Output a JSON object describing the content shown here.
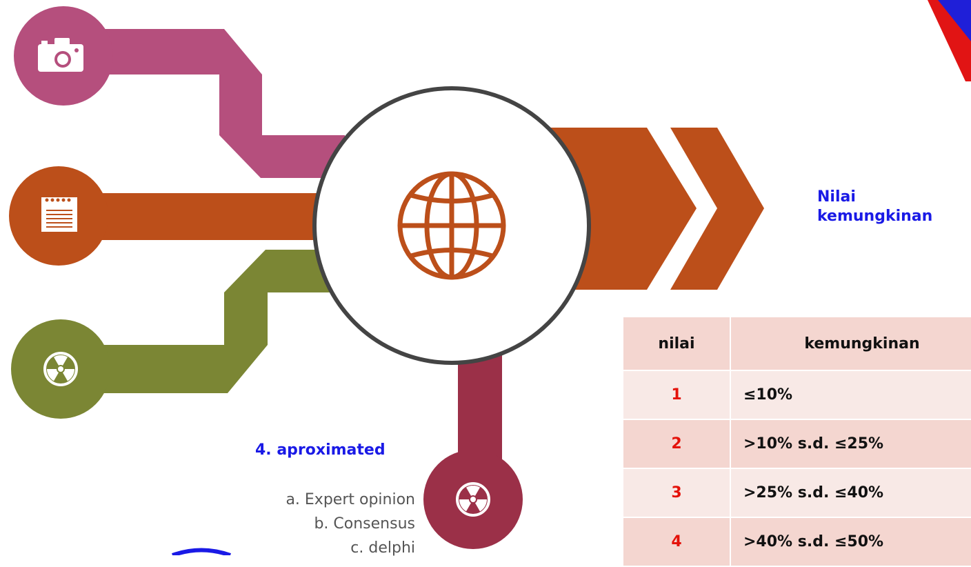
{
  "result_label": [
    "Nilai",
    "kemungkinan"
  ],
  "approximated": {
    "heading": "4. aproximated",
    "methods": [
      "a. Expert opinion",
      "b. Consensus",
      "c. delphi"
    ]
  },
  "table": {
    "headers": [
      "nilai",
      "kemungkinan"
    ],
    "rows": [
      {
        "nilai": "1",
        "kemungkinan": "≤10%"
      },
      {
        "nilai": "2",
        "kemungkinan": ">10% s.d. ≤25%"
      },
      {
        "nilai": "3",
        "kemungkinan": ">25% s.d. ≤40%"
      },
      {
        "nilai": "4",
        "kemungkinan": ">40% s.d. ≤50%"
      }
    ]
  },
  "icons": {
    "top": "camera-icon",
    "middle": "notepad-icon",
    "lower": "radiation-icon",
    "bottom": "radiation-icon",
    "center": "globe-icon"
  },
  "colors": {
    "pink": "#b54f7d",
    "orange": "#bc4f1a",
    "olive": "#7b8634",
    "maroon": "#9b3048",
    "blue": "#1a1ae6",
    "red": "#e4120a"
  }
}
